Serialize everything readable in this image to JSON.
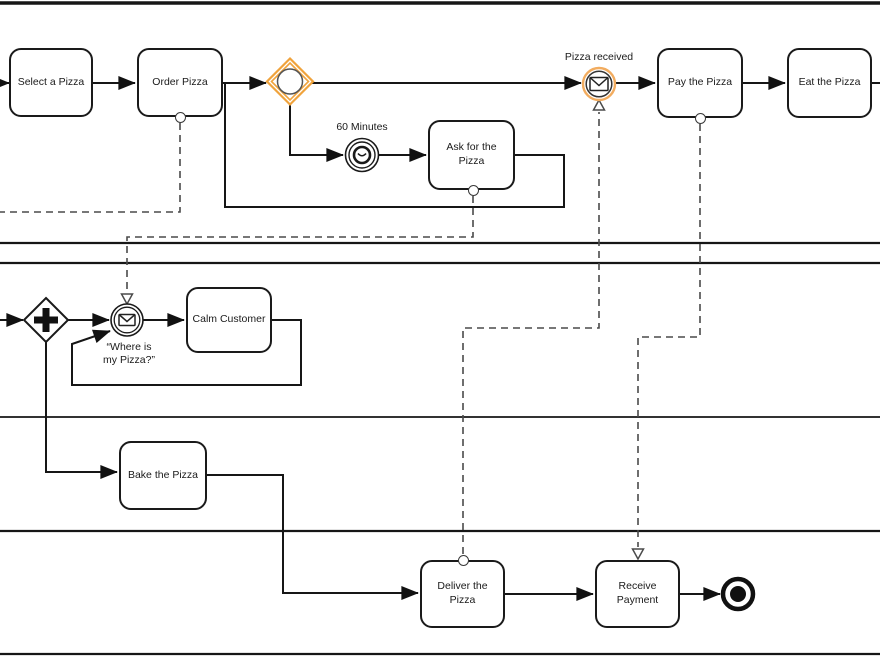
{
  "diagram_title": "Pizza order BPMN collaboration diagram",
  "colors": {
    "stroke": "#1a1a1a",
    "dashed_flow": "#4a4a4a",
    "gateway_highlight_orange": "#F0A33C",
    "event_highlight_orange": "#F2AC5F"
  },
  "tasks": {
    "select_pizza": {
      "label": "Select a Pizza"
    },
    "order_pizza": {
      "label": "Order Pizza"
    },
    "ask_pizza": {
      "label": "Ask for the Pizza"
    },
    "pay_pizza": {
      "label": "Pay the Pizza"
    },
    "eat_pizza": {
      "label": "Eat the Pizza"
    },
    "calm_customer": {
      "label": "Calm Customer"
    },
    "bake_pizza": {
      "label": "Bake the Pizza"
    },
    "deliver_pizza": {
      "label": "Deliver the Pizza"
    },
    "receive_payment": {
      "label": "Receive Payment"
    }
  },
  "events": {
    "timer": {
      "label": "60 Minutes"
    },
    "pizza_received": {
      "label": "Pizza received"
    },
    "where_is_my_pizza": {
      "label": "“Where is\nmy Pizza?”"
    }
  }
}
